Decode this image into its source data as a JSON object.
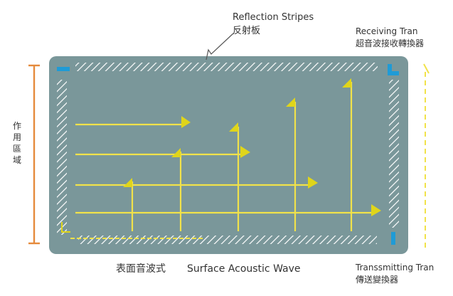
{
  "labels": {
    "reflection_en": "Reflection Stripes",
    "reflection_zh": "反射板",
    "receiving_en": "Receiving Tran",
    "receiving_zh": "超音波接收轉換器",
    "transmitting_en": "Transsmitting Tran",
    "transmitting_zh": "傳送變換器",
    "active_area_zh": [
      "作",
      "用",
      "區",
      "域"
    ],
    "caption_zh": "表面音波式",
    "caption_en": "Surface Acoustic Wave"
  },
  "colors": {
    "panel": "#7a979a",
    "stripe": "#ffffff",
    "wave": "#f1e24a",
    "arrow": "#e0d51a",
    "transducer": "#1f9bd6",
    "bracket": "#e58a3c",
    "pointer": "#555555",
    "text": "#333333"
  },
  "icons": {
    "transducer_top_left": "transducer-icon",
    "transducer_top_right": "transducer-icon",
    "transducer_bottom_right": "transducer-icon"
  }
}
